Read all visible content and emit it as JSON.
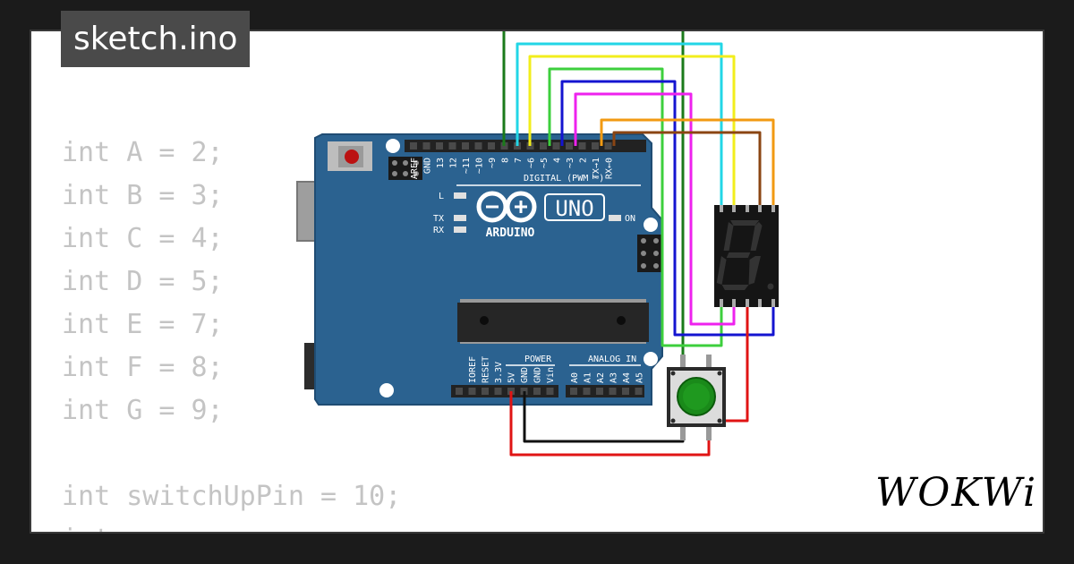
{
  "window": {
    "title": "sketch.ino"
  },
  "code_lines": [
    "int A = 2;",
    "int B = 3;",
    "int C = 4;",
    "int D = 5;",
    "int E = 7;",
    "int F = 8;",
    "int G = 9;",
    "",
    "int switchUpPin = 10;",
    "int ..."
  ],
  "board": {
    "name": "UNO",
    "brand": "ARDUINO",
    "digital_header_label": "DIGITAL (PWM ~)",
    "digital_pins": [
      "AREF",
      "GND",
      "13",
      "12",
      "~11",
      "~10",
      "~9",
      "8",
      "7",
      "~6",
      "~5",
      "4",
      "~3",
      "2",
      "TX→1",
      "RX←0"
    ],
    "power_label": "POWER",
    "power_pins": [
      "IOREF",
      "RESET",
      "3.3V",
      "5V",
      "GND",
      "GND",
      "Vin"
    ],
    "analog_label": "ANALOG IN",
    "analog_pins": [
      "A0",
      "A1",
      "A2",
      "A3",
      "A4",
      "A5"
    ],
    "led_l": "L",
    "led_tx": "TX",
    "led_rx": "RX",
    "led_on": "ON"
  },
  "display": {
    "digit": "8"
  },
  "colors": {
    "board": "#2b6290",
    "segment_off": "#333333",
    "button": "#1a8a1a"
  },
  "brand_logo": "WOKWi"
}
